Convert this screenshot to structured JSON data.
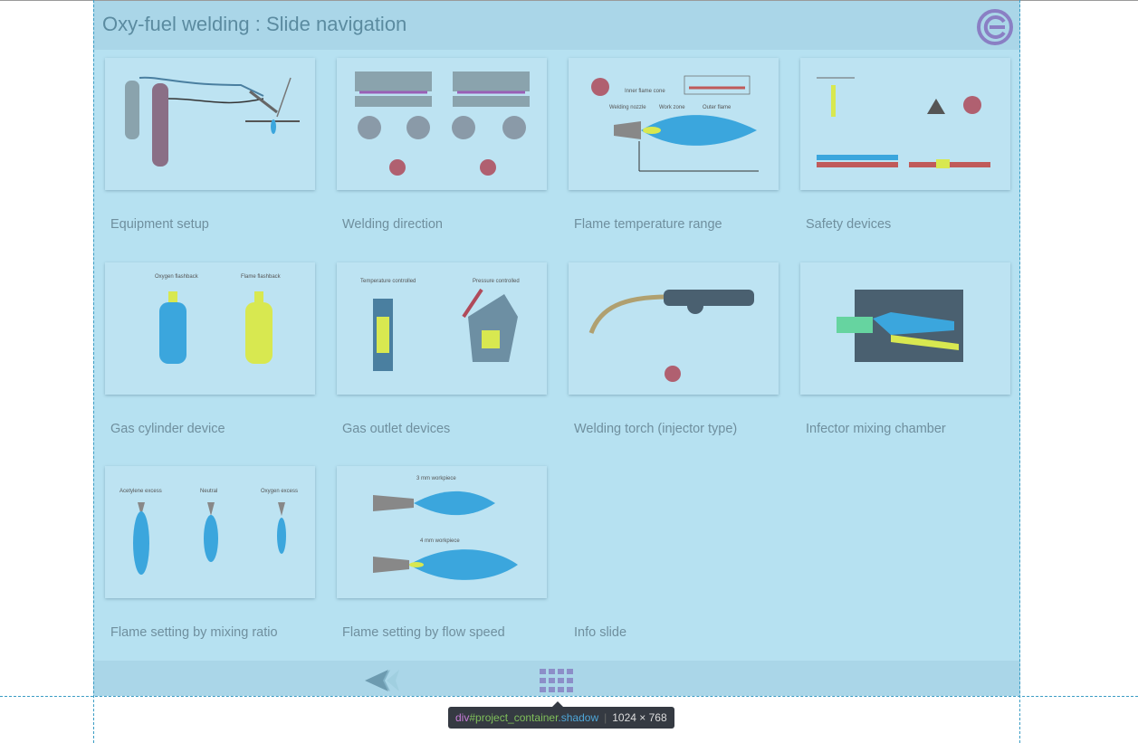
{
  "header": {
    "title": "Oxy-fuel welding : Slide navigation",
    "logo": "e-circle-logo"
  },
  "slides": [
    {
      "label": "Equipment setup"
    },
    {
      "label": "Welding direction"
    },
    {
      "label": "Flame temperature range"
    },
    {
      "label": "Safety devices"
    },
    {
      "label": "Gas cylinder device"
    },
    {
      "label": "Gas outlet devices"
    },
    {
      "label": "Welding torch (injector type)"
    },
    {
      "label": "Infector mixing chamber"
    },
    {
      "label": "Flame setting by mixing ratio"
    },
    {
      "label": "Flame setting by flow speed"
    },
    {
      "label": "Info slide"
    }
  ],
  "thumb_text": {
    "oxygen_flashback": "Oxygen flashback",
    "flame_flashback": "Flame flashback",
    "temperature_controlled": "Temperature controlled",
    "pressure_controlled": "Pressure controlled",
    "acetylene_excess": "Acetylene excess",
    "neutral": "Neutral",
    "oxygen_excess": "Oxygen excess",
    "workpiece_3mm": "3 mm workpiece",
    "workpiece_4mm": "4 mm workpiece",
    "welding_nozzle": "Welding nozzle",
    "work_zone": "Work zone",
    "outer_flame": "Outer flame",
    "inner_flame_cone": "Inner flame cone"
  },
  "footer": {
    "back_icon": "double-chevron-left-icon",
    "grid_icon": "grid-icon"
  },
  "inspector": {
    "tag": "div",
    "id": "#project_container",
    "cls": ".shadow",
    "size": "1024 × 768"
  },
  "colors": {
    "background": "#b6e1f1",
    "header": "#aad6e8",
    "title": "#5b8ba0",
    "logo": "#8a7fc4",
    "flame": "#3ba6dd"
  }
}
